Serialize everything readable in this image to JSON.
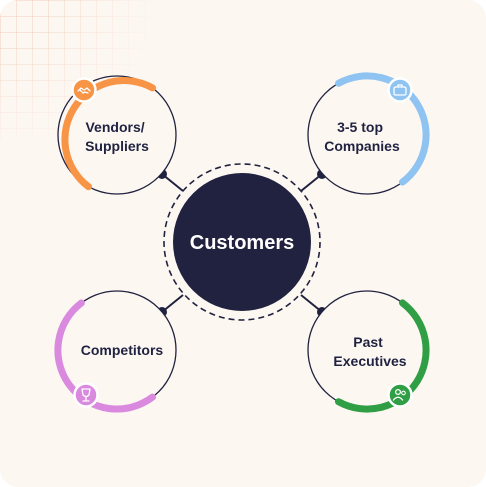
{
  "center": {
    "label": "Customers"
  },
  "nodes": [
    {
      "id": "vendors",
      "lines": [
        "Vendors/",
        "Suppliers"
      ],
      "accent": "#f79445",
      "icon": "handshake-icon"
    },
    {
      "id": "companies",
      "lines": [
        "3-5 top",
        "Companies"
      ],
      "accent": "#8ec3f2",
      "icon": "briefcase-icon"
    },
    {
      "id": "competitors",
      "lines": [
        "Competitors"
      ],
      "accent": "#d98adf",
      "icon": "trophy-icon"
    },
    {
      "id": "executives",
      "lines": [
        "Past",
        "Executives"
      ],
      "accent": "#2f9e44",
      "icon": "users-icon"
    }
  ],
  "colors": {
    "center_fill": "#21223f",
    "connector": "#21223f",
    "card_bg": "#fdf7f2"
  }
}
